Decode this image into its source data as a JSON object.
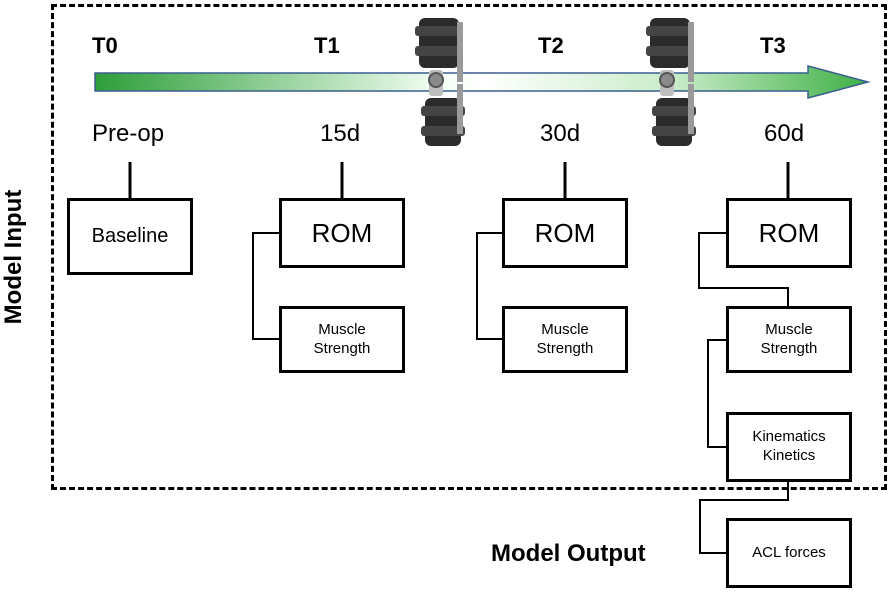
{
  "timepoints": [
    {
      "id": "T0",
      "day": "Pre-op"
    },
    {
      "id": "T1",
      "day": "15d"
    },
    {
      "id": "T2",
      "day": "30d"
    },
    {
      "id": "T3",
      "day": "60d"
    }
  ],
  "labels": {
    "model_input": "Model Input",
    "model_output": "Model Output"
  },
  "boxes": {
    "baseline": "Baseline",
    "rom": "ROM",
    "muscle_line1": "Muscle",
    "muscle_line2": "Strength",
    "kinematics_line1": "Kinematics",
    "kinematics_line2": "Kinetics",
    "acl": "ACL forces"
  },
  "colors": {
    "arrow_start": "#2e9e3a",
    "arrow_end": "#ffffff",
    "arrow_outline": "#3a5f8f"
  },
  "icons": [
    "knee-brace-icon",
    "knee-brace-icon"
  ]
}
